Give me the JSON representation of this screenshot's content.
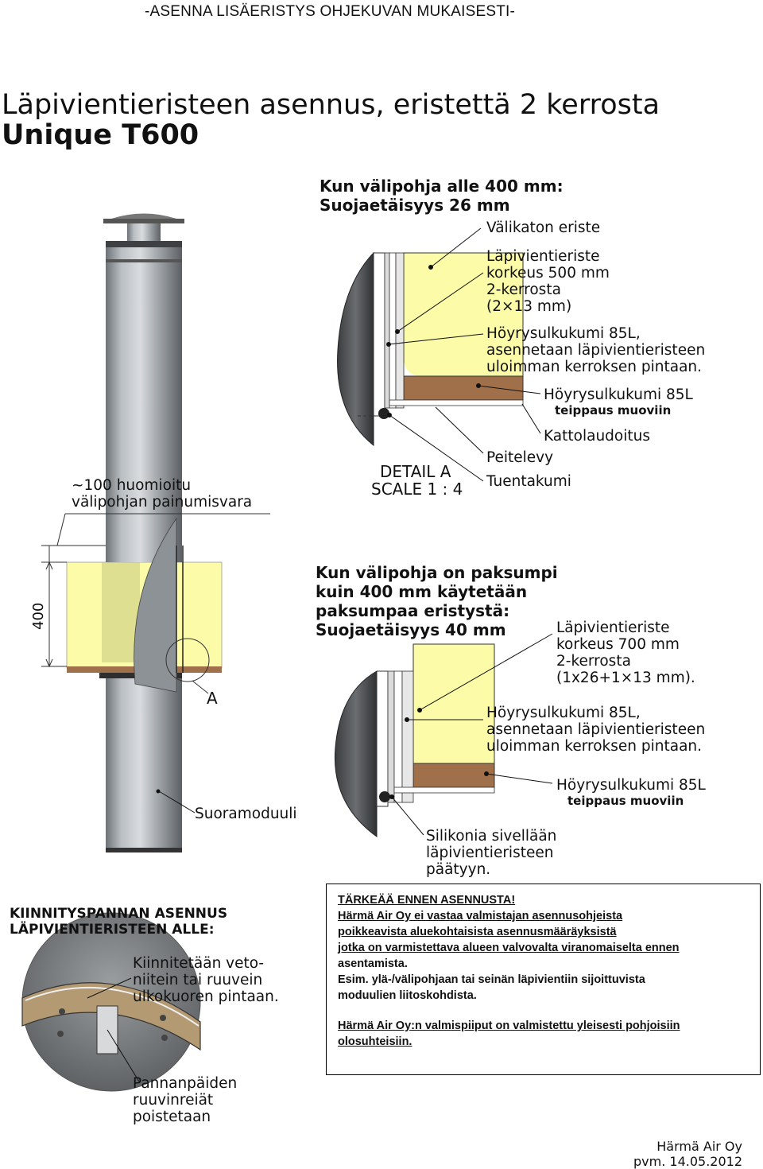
{
  "header": {
    "top_note": "-ASENNA LISÄERISTYS OHJEKUVAN MUKAISESTI-"
  },
  "title": {
    "line1": "Läpivientieristeen asennus, eristettä 2 kerrosta",
    "line2": "Unique T600"
  },
  "detail_top": {
    "heading": "Kun välipohja alle 400 mm:\nSuojaetäisyys 26 mm",
    "labels": {
      "valikaton": "Välikaton eriste",
      "lapivienti": "Läpivientieriste\nkorkeus 500 mm\n2-kerrosta\n(2×13 mm)",
      "hoyry1": "Höyrysulkukumi 85L,\nasennetaan läpivientieristeen\nuloimman kerroksen pintaan.",
      "hoyry2": "Höyrysulkukumi 85L",
      "teippaus": "teippaus muoviin",
      "kattolaudoitus": "Kattolaudoitus",
      "peitelevy": "Peitelevy",
      "tuentakumi": "Tuentakumi"
    }
  },
  "detail_label": {
    "line1": "DETAIL A",
    "line2": "SCALE 1 : 4"
  },
  "chimney": {
    "painumisvara": "~100    huomioitu\nvälipohjan painumisvara",
    "dimension": "400",
    "detail_marker": "A",
    "suoramoduuli": "Suoramoduuli"
  },
  "detail_bottom": {
    "heading": "Kun välipohja on paksumpi\nkuin 400 mm käytetään\npaksumpaa eristystä:\nSuojaetäisyys 40 mm",
    "labels": {
      "lapivienti": "Läpivientieriste\nkorkeus 700 mm\n2-kerrosta\n(1x26+1×13 mm).",
      "hoyry1": "Höyrysulkukumi 85L,\nasennetaan läpivientieristeen\nuloimman kerroksen pintaan.",
      "hoyry2": "Höyrysulkukumi 85L",
      "teippaus": "teippaus muoviin",
      "silikonia": "Silikonia sivellään\nläpivientieristeen\npäätyyn."
    }
  },
  "clamp": {
    "heading": "KIINNITYSPANNAN ASENNUS\nLÄPIVIENTIERISTEEN ALLE:",
    "label1": "Kiinnitetään veto-\nniitein tai ruuvein\nulkokuoren pintaan.",
    "label2": "Pannanpäiden\nruuvinreiät\npoistetaan"
  },
  "notice": {
    "title": "TÄRKEÄÄ ENNEN ASENNUSTA!",
    "line1": "Härmä Air Oy ei vastaa valmistajan asennusohjeista",
    "line2": "poikkeavista aluekohtaisista asennusmääräyksistä",
    "line3": "jotka on varmistettava alueen valvovalta viranomaiselta ennen",
    "line4": "asentamista.",
    "line5": "Esim. ylä-/välipohjaan tai seinän läpivientiin sijoittuvista",
    "line6": "moduulien liitoskohdista.",
    "line7": "Härmä Air Oy:n valmispiiput on valmistettu yleisesti pohjoisiin",
    "line8": "olosuhteisiin."
  },
  "footer": {
    "company": "Härmä Air Oy",
    "date": "pvm. 14.05.2012"
  },
  "colors": {
    "insulation": "#fbfba8",
    "wood": "#a0704a",
    "steel": "#9aa0a6",
    "dark": "#4a4c4e"
  }
}
